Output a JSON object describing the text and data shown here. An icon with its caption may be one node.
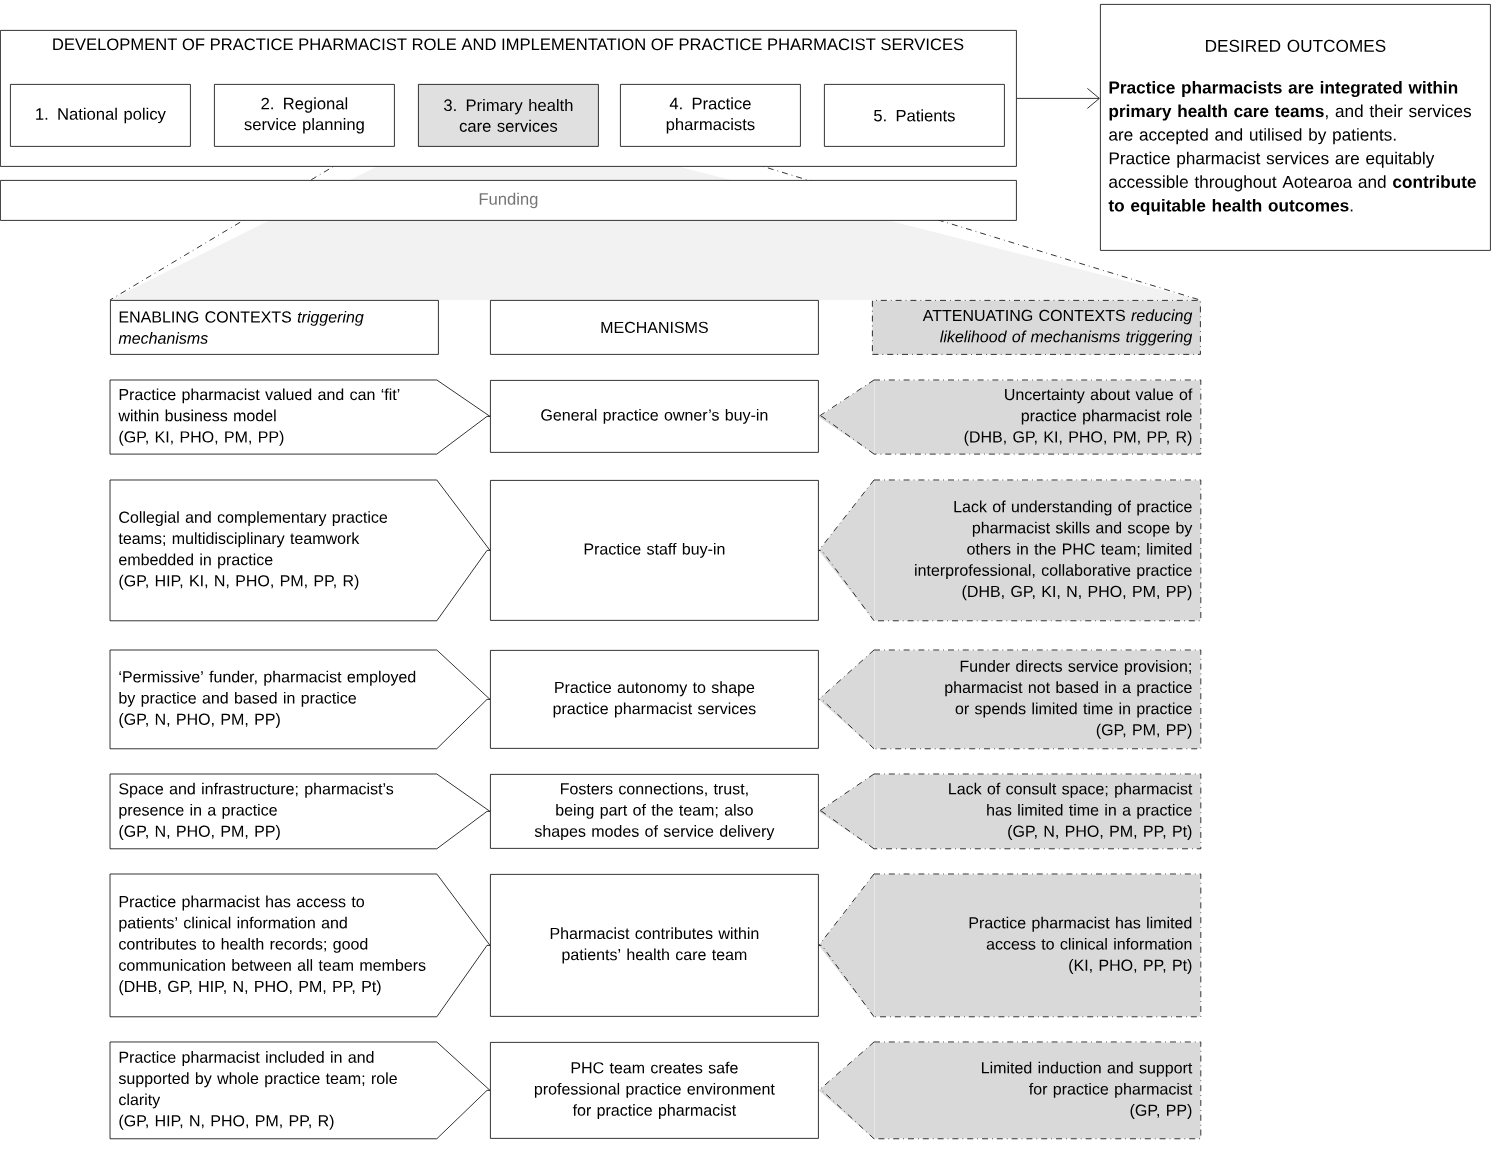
{
  "diagram": {
    "nodes": [
      {
        "text": [
          "DEVELOPMENT OF PRACTICE PHARMACIST ROLE AND IMPLEMENTATION OF PRACTICE PHARMACIST SERVICES"
        ]
      },
      {
        "text": [
          "1. National policy"
        ],
        "in": 0
      },
      {
        "text": [
          "2. Regional service planning"
        ],
        "in": 0
      },
      {
        "text": [
          "3. Primary health care services"
        ],
        "in": 0
      },
      {
        "text": [
          "4. Practice pharmacists"
        ],
        "in": 0
      },
      {
        "text": [
          "5. Patients"
        ],
        "in": 0
      },
      {
        "text": [
          "Funding"
        ]
      },
      {
        "text": [
          "DESIRED OUTCOMES",
          "**Practice pharmacists are integrated within primary health care teams**, and their services are accepted and utilised by patients.",
          "Practice pharmacist services are equitably accessible throughout Aotearoa and **contribute to equitable health outcomes**."
        ]
      },
      {
        "text": [
          "ENABLING CONTEXTS *triggering mechanisms*"
        ]
      },
      {
        "text": [
          "MECHANISMS"
        ]
      },
      {
        "text": [
          "ATTENUATING CONTEXTS *reducing likelihood of mechanisms triggering*"
        ]
      },
      {
        "text": [
          "Practice pharmacist valued and can ‘fit’ within business model",
          "(GP, KI, PHO, PM, PP)"
        ]
      },
      {
        "text": [
          "General practice owner’s buy-in"
        ]
      },
      {
        "text": [
          "Uncertainty about value of practice pharmacist role",
          "(DHB, GP, KI, PHO, PM, PP, R)"
        ]
      },
      {
        "text": [
          "Collegial and complementary practice teams; multidisciplinary teamwork embedded in practice",
          "(GP, HIP, KI, N, PHO, PM, PP, R)"
        ]
      },
      {
        "text": [
          "Practice staff buy-in"
        ]
      },
      {
        "text": [
          "Lack of understanding of practice pharmacist skills and scope by others in the PHC team; limited interprofessional, collaborative practice",
          "(DHB, GP, KI, N, PHO, PM, PP)"
        ]
      },
      {
        "text": [
          "‘Permissive’ funder, pharmacist employed by practice and based in practice",
          "(GP, N, PHO, PM, PP)"
        ]
      },
      {
        "text": [
          "Practice autonomy to shape practice pharmacist services"
        ]
      },
      {
        "text": [
          "Funder directs service provision; pharmacist not based in a practice or spends limited time in practice",
          "(GP, PM, PP)"
        ]
      },
      {
        "text": [
          "Space and infrastructure; pharmacist’s presence in a practice",
          "(GP, N, PHO, PM, PP)"
        ]
      },
      {
        "text": [
          "Fosters connections, trust, being part of the team; also shapes modes of service delivery"
        ]
      },
      {
        "text": [
          "Lack of consult space; pharmacist has limited time in a practice",
          "(GP, N, PHO, PM, PP, Pt)"
        ]
      },
      {
        "text": [
          "Practice pharmacist has access to patients’ clinical information and contributes to health records; good communication between all team members",
          "(DHB, GP, HIP, N, PHO, PM, PP, Pt)"
        ]
      },
      {
        "text": [
          "Pharmacist contributes within patients’ health care team"
        ]
      },
      {
        "text": [
          "Practice pharmacist has limited access to clinical information",
          "(KI, PHO, PP, Pt)"
        ]
      },
      {
        "text": [
          "Practice pharmacist included in and supported by whole practice team; role clarity",
          "(GP, HIP, N, PHO, PM, PP, R)"
        ]
      },
      {
        "text": [
          "PHC team creates safe professional practice environment for practice pharmacist"
        ]
      },
      {
        "text": [
          "Limited induction and support for practice pharmacist",
          "(GP, PP)"
        ]
      }
    ],
    "edges": [
      {
        "from": 0,
        "to": 7,
        "arrow": "to"
      },
      {
        "from": 11,
        "to": 12,
        "arrow": "none"
      },
      {
        "from": 13,
        "to": 12,
        "arrow": "none",
        "style": "dashed"
      },
      {
        "from": 14,
        "to": 15,
        "arrow": "none"
      },
      {
        "from": 16,
        "to": 15,
        "arrow": "none",
        "style": "dashed"
      },
      {
        "from": 17,
        "to": 18,
        "arrow": "none"
      },
      {
        "from": 19,
        "to": 18,
        "arrow": "none",
        "style": "dashed"
      },
      {
        "from": 20,
        "to": 21,
        "arrow": "none"
      },
      {
        "from": 22,
        "to": 21,
        "arrow": "none",
        "style": "dashed"
      },
      {
        "from": 23,
        "to": 24,
        "arrow": "none"
      },
      {
        "from": 25,
        "to": 24,
        "arrow": "none",
        "style": "dashed"
      },
      {
        "from": 26,
        "to": 27,
        "arrow": "none"
      },
      {
        "from": 28,
        "to": 27,
        "arrow": "none",
        "style": "dashed"
      }
    ]
  }
}
